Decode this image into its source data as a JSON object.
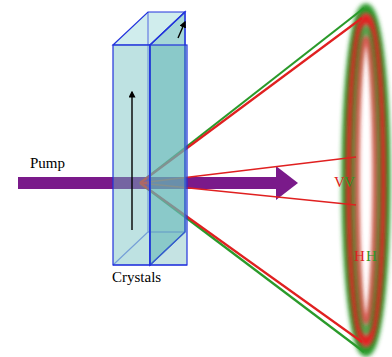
{
  "diagram": {
    "labels": [
      "Pump",
      "Crystals",
      "V",
      "V",
      "H",
      "H"
    ]
  }
}
